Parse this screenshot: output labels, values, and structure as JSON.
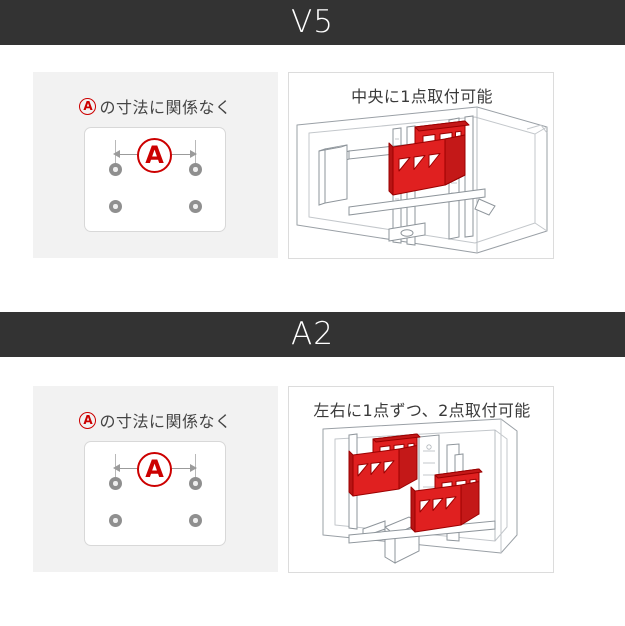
{
  "page": {
    "background": "#ffffff",
    "accent_red": "#cc0000",
    "header_background": "#333333",
    "panel_gray": "#f2f2f2"
  },
  "sections": [
    {
      "header_title": "V5",
      "left_panel": {
        "badge": "A",
        "caption": "の寸法に関係なく",
        "diagram": {
          "dimension_label": "A",
          "hole_count": 4
        }
      },
      "right_panel": {
        "title": "中央に1点取付可能",
        "bracket_count": 1
      }
    },
    {
      "header_title": "A2",
      "left_panel": {
        "badge": "A",
        "caption": "の寸法に関係なく",
        "diagram": {
          "dimension_label": "A",
          "hole_count": 4
        }
      },
      "right_panel": {
        "title": "左右に1点ずつ、2点取付可能",
        "bracket_count": 2
      }
    }
  ]
}
